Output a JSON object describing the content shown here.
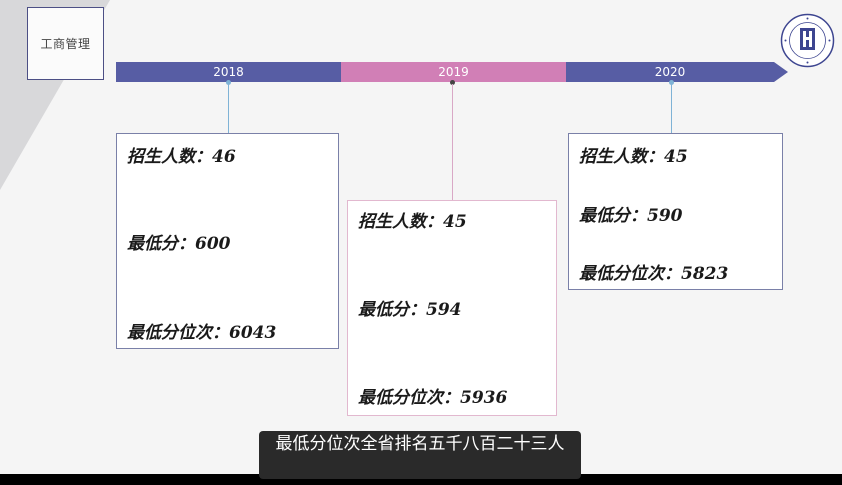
{
  "title": "工商管理",
  "timeline": {
    "years": [
      "2018",
      "2019",
      "2020"
    ],
    "colors": {
      "blue": "#575da4",
      "pink": "#d17fb6"
    }
  },
  "cards": [
    {
      "year": "2018",
      "enroll": "招生人数：46",
      "min_score": "最低分：600",
      "min_rank": "最低分位次：6043"
    },
    {
      "year": "2019",
      "enroll": "招生人数：45",
      "min_score": "最低分：594",
      "min_rank": "最低分位次：5936"
    },
    {
      "year": "2020",
      "enroll": "招生人数：45",
      "min_score": "最低分：590",
      "min_rank": "最低分位次：5823"
    }
  ],
  "subtitle": "最低分位次全省排名五千八百二十三人",
  "icons": {
    "logo": "university-seal-icon"
  }
}
